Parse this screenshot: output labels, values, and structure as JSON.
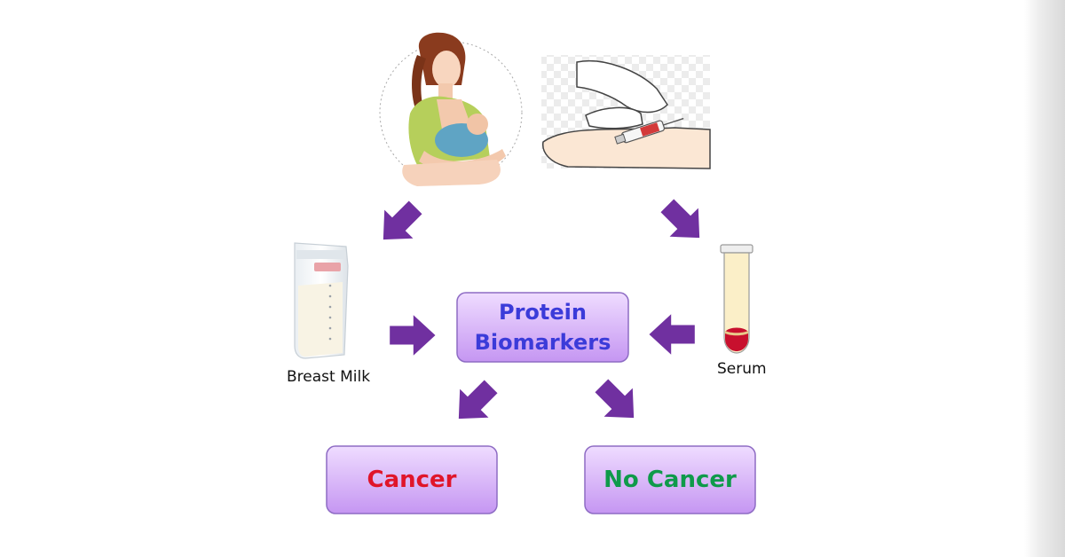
{
  "nodes": {
    "protein_biomarkers": {
      "label": "Protein\nBiomarkers",
      "color": "#3b3bd9"
    },
    "cancer": {
      "label": "Cancer",
      "color": "#e0152a"
    },
    "no_cancer": {
      "label": "No Cancer",
      "color": "#0f9a4a"
    }
  },
  "captions": {
    "breast_milk": "Breast Milk",
    "serum": "Serum"
  },
  "colors": {
    "arrow": "#7030a0",
    "box_fill_top": "#efdcff",
    "box_fill_bottom": "#c596f2",
    "box_border": "#8e6cc4"
  },
  "icons": {
    "mother": "breastfeeding-mother-icon",
    "blood_draw": "blood-draw-syringe-icon",
    "milk_bag": "breast-milk-bag-icon",
    "test_tube": "serum-test-tube-icon"
  }
}
